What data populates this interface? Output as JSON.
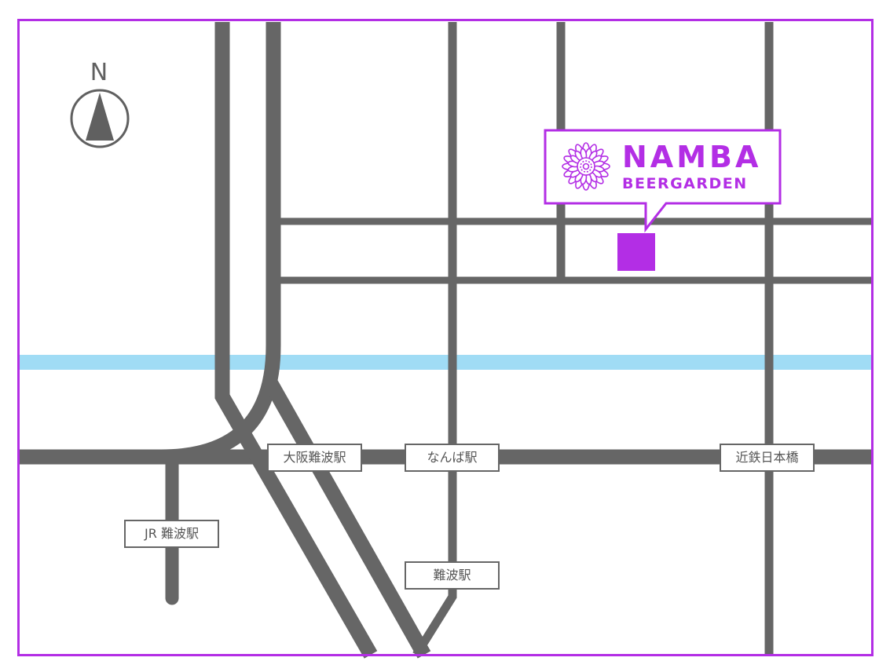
{
  "compass": {
    "letter": "N",
    "icon": "north-arrow-icon"
  },
  "venue": {
    "title": "NAMBA",
    "subtitle": "BEERGARDEN",
    "logo_icon": "sunflower-icon",
    "marker_icon": "venue-marker-square"
  },
  "stations": [
    {
      "id": "osaka-namba",
      "label": "大阪難波駅"
    },
    {
      "id": "nanba",
      "label": "なんば駅"
    },
    {
      "id": "kintetsu-nipponbashi",
      "label": "近鉄日本橋"
    },
    {
      "id": "jr-namba",
      "label": "JR 難波駅"
    },
    {
      "id": "namba",
      "label": "難波駅"
    }
  ],
  "colors": {
    "road": "#666666",
    "river": "#a0dcf5",
    "accent": "#b32ee5",
    "border": "#b32ee5",
    "label_border": "#666666",
    "label_text": "#555555"
  }
}
